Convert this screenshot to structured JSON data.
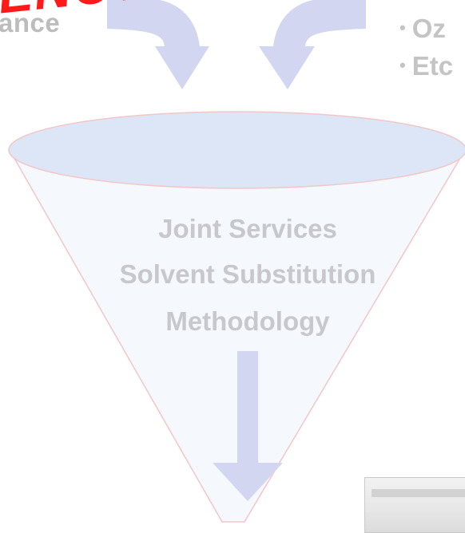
{
  "labels": {
    "top_left_fragment": "ance",
    "red_stamp_fragment": "ENCY"
  },
  "bullets": [
    "Oz",
    "Etc"
  ],
  "funnel": {
    "lines": [
      "Joint Services",
      "Solvent Substitution",
      "Methodology"
    ]
  },
  "colors": {
    "arrow_fill": "#d3d6f0",
    "funnel_top": "#dce6f7",
    "funnel_body": "#f5f8fd",
    "funnel_outline": "#f2c6c6",
    "text_gray": "#c7c7cd",
    "red_text": "#ff1a1a"
  }
}
